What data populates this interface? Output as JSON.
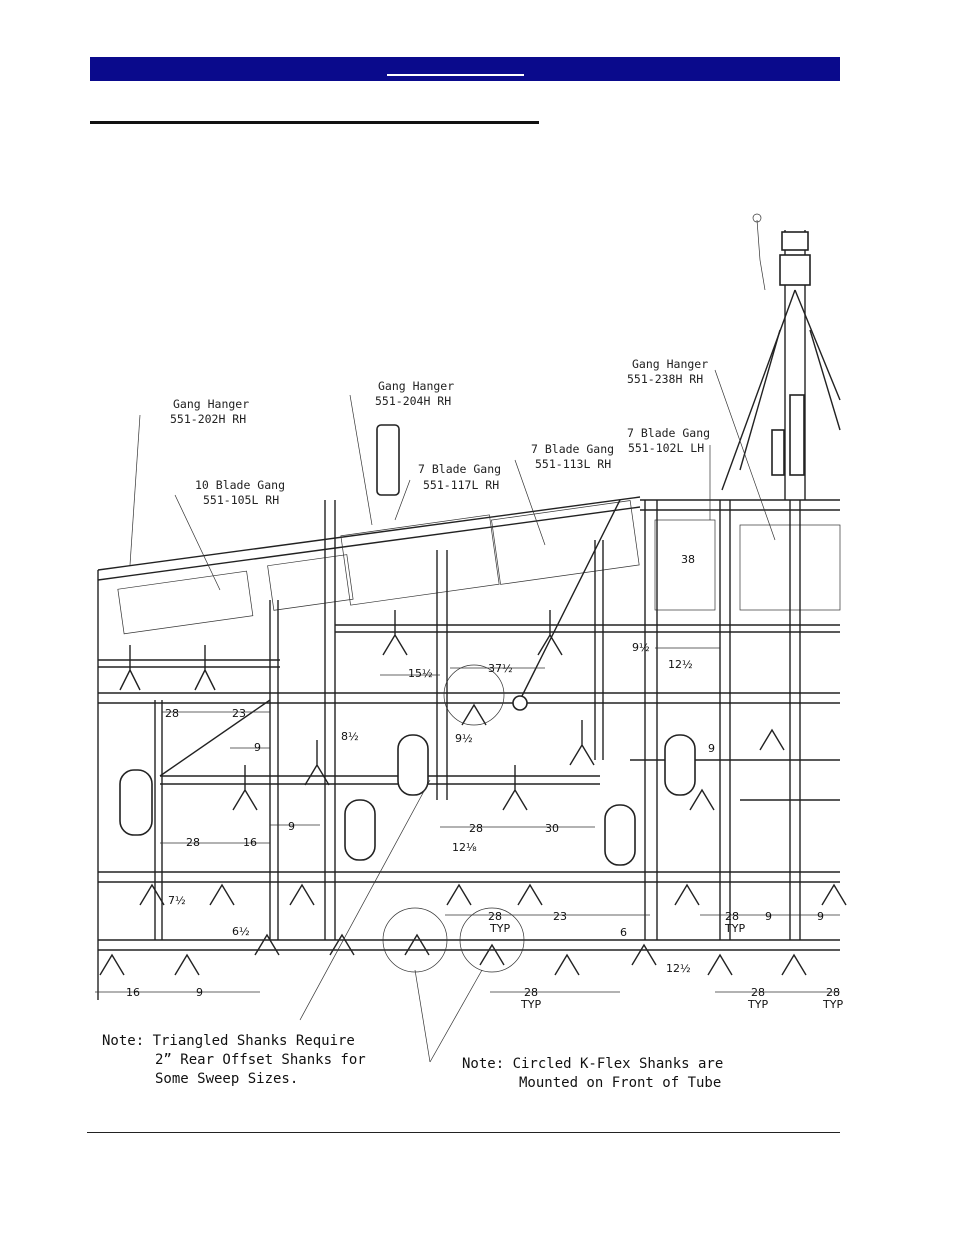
{
  "labels": {
    "gang_hanger_1": "Gang Hanger",
    "gang_hanger_1_part": "551-202H RH",
    "gang_hanger_2": "Gang Hanger",
    "gang_hanger_2_part": "551-204H RH",
    "gang_hanger_3": "Gang Hanger",
    "gang_hanger_3_part": "551-238H RH",
    "blade_gang_10": "10 Blade Gang",
    "blade_gang_10_part": "551-105L RH",
    "blade_gang_7a": "7 Blade Gang",
    "blade_gang_7a_part": "551-117L RH",
    "blade_gang_7b": "7 Blade Gang",
    "blade_gang_7b_part": "551-113L RH",
    "blade_gang_7c": "7 Blade Gang",
    "blade_gang_7c_part": "551-102L LH"
  },
  "notes": {
    "triangled_1": "Note:  Triangled Shanks Require",
    "triangled_2": "2” Rear Offset Shanks for",
    "triangled_3": "Some Sweep Sizes.",
    "circled_1": "Note:  Circled K-Flex Shanks are",
    "circled_2": "Mounted on Front of Tube"
  },
  "dimensions": {
    "d_28a": "28",
    "d_23": "23",
    "d_9a": "9",
    "d_8half": "8½",
    "d_15half": "15½",
    "d_37half": "37½",
    "d_9half_a": "9½",
    "d_9half_b": "9½",
    "d_12half_a": "12½",
    "d_9b": "9",
    "d_28b": "28",
    "d_16a": "16",
    "d_9c": "9",
    "d_28c": "28",
    "d_30": "30",
    "d_12eighth": "12⅛",
    "d_7half": "7½",
    "d_6half": "6½",
    "d_28typ_a": "28",
    "d_typ_a": "TYP",
    "d_23b": "23",
    "d_6": "6",
    "d_28typ_b": "28",
    "d_typ_b": "TYP",
    "d_9d": "9",
    "d_9e": "9",
    "d_12half_b": "12½",
    "d_38": "38",
    "d_16b": "16",
    "d_9f": "9",
    "d_28typ_c": "28",
    "d_typ_c": "TYP",
    "d_28typ_d": "28",
    "d_typ_d": "TYP",
    "d_28typ_e": "28",
    "d_typ_e": "TYP"
  }
}
